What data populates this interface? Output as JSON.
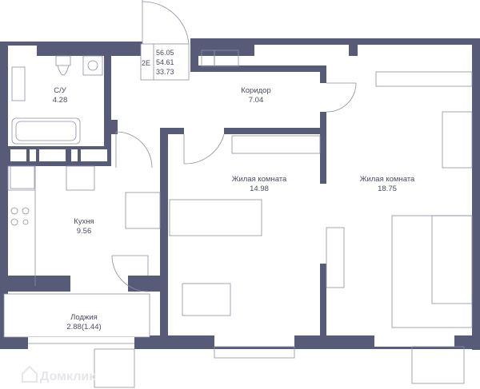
{
  "apartment": {
    "building_code": "2E",
    "total_area": "56.05",
    "living_area_incl": "54.61",
    "living_area": "33.73"
  },
  "rooms": {
    "bathroom": {
      "name": "С/У",
      "area": "4.28"
    },
    "corridor": {
      "name": "Коридор",
      "area": "7.04"
    },
    "kitchen": {
      "name": "Кухня",
      "area": "9.56"
    },
    "bedroom": {
      "name": "Жилая комната",
      "area": "14.98"
    },
    "living": {
      "name": "Жилая комната",
      "area": "18.75"
    },
    "loggia": {
      "name": "Лоджия",
      "area": "2.88(1.44)"
    }
  },
  "watermark": "Домклик",
  "colors": {
    "wall": "#585b78",
    "line": "#8c8ea4"
  }
}
